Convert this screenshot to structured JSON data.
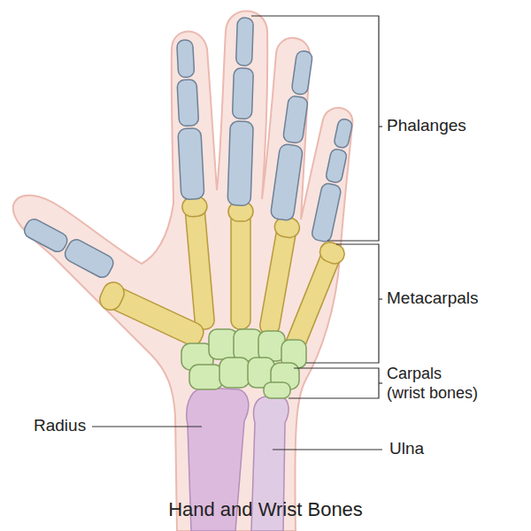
{
  "diagram": {
    "caption": "Hand and Wrist Bones",
    "labels": [
      "Phalanges",
      "Metacarpals",
      "Carpals (wrist bones)",
      "Radius",
      "Ulna"
    ]
  }
}
